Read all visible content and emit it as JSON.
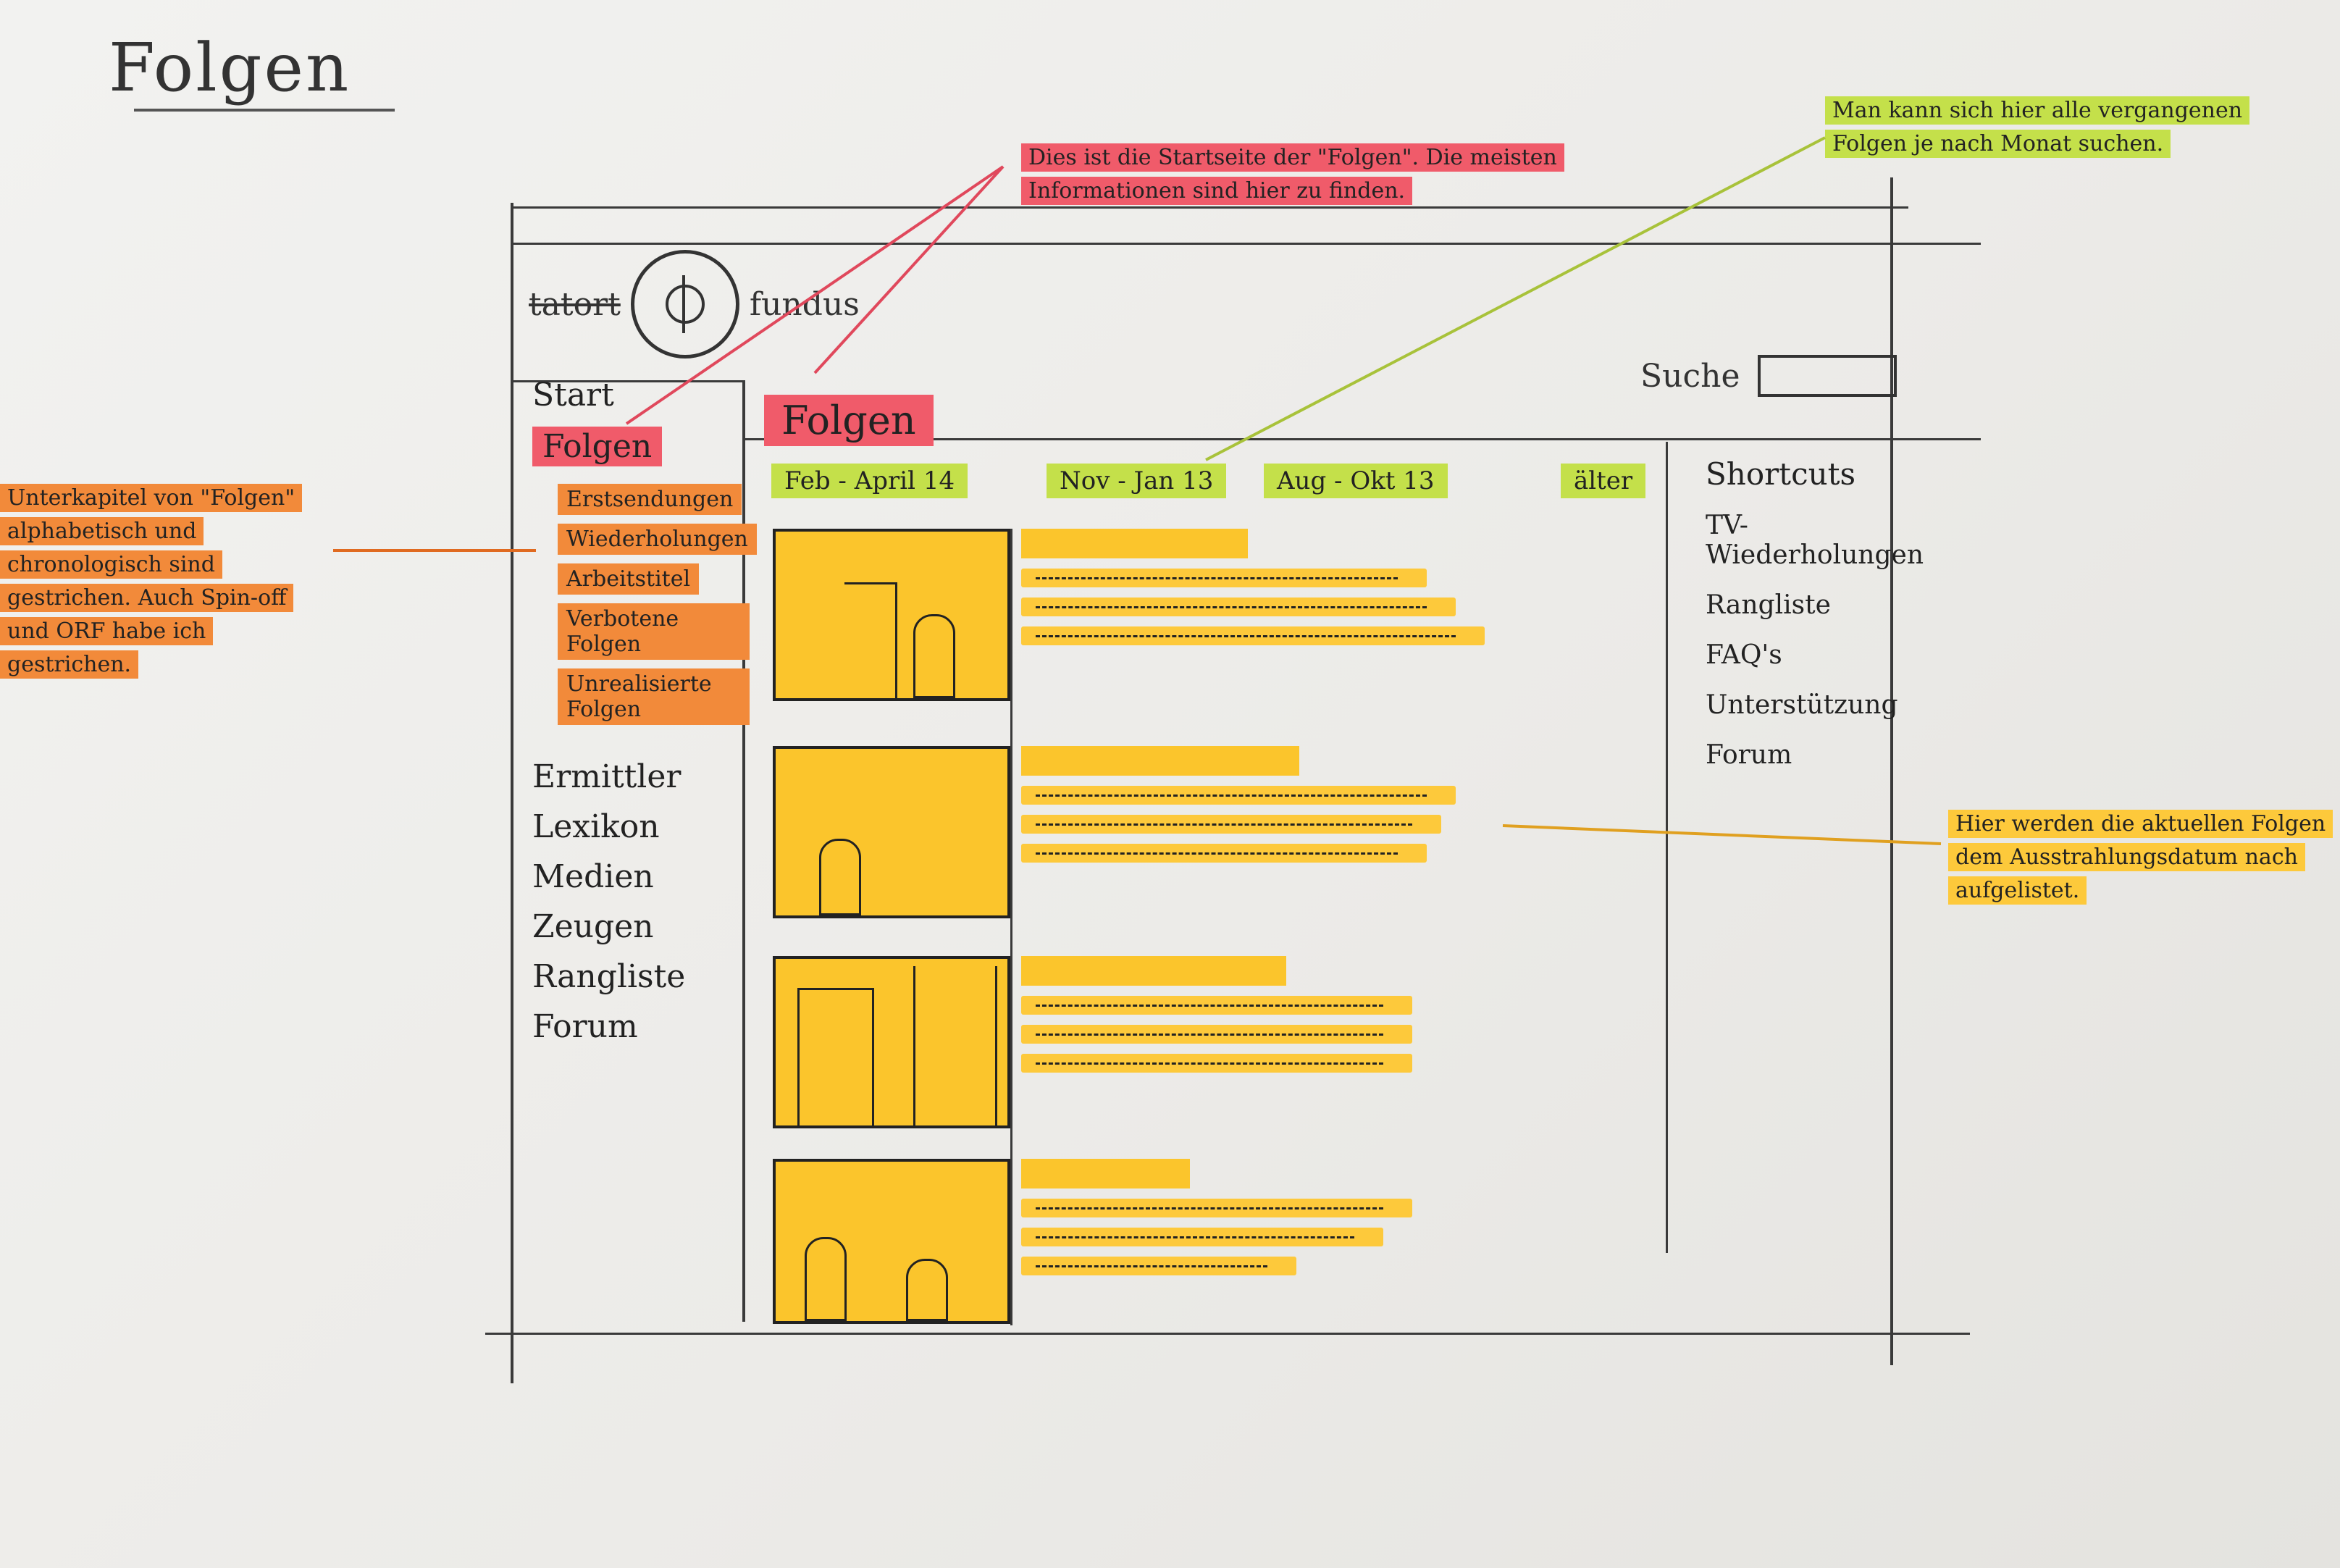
{
  "page_title": "Folgen",
  "header": {
    "logo_left": "tatort",
    "logo_right": "fundus",
    "search_label": "Suche",
    "search_value": ""
  },
  "left_nav": {
    "items": [
      {
        "label": "Start"
      },
      {
        "label": "Folgen",
        "active": true,
        "sub": [
          "Erstsendungen",
          "Wiederholungen",
          "Arbeitstitel",
          "Verbotene Folgen",
          "Unrealisierte Folgen"
        ]
      },
      {
        "label": "Ermittler"
      },
      {
        "label": "Lexikon"
      },
      {
        "label": "Medien"
      },
      {
        "label": "Zeugen"
      },
      {
        "label": "Rangliste"
      },
      {
        "label": "Forum"
      }
    ]
  },
  "content": {
    "heading": "Folgen",
    "month_tabs": [
      "Feb - April 14",
      "Nov - Jan 13",
      "Aug - Okt 13",
      "älter"
    ],
    "episode_count": 4
  },
  "shortcuts": {
    "title": "Shortcuts",
    "items": [
      "TV-Wiederholungen",
      "Rangliste",
      "FAQ's",
      "Unterstützung",
      "Forum"
    ]
  },
  "annotations": {
    "red": "Dies ist die Startseite der \"Folgen\". Die meisten Informationen sind hier zu finden.",
    "green": "Man kann sich hier alle vergangenen Folgen je nach Monat suchen.",
    "orange": "Unterkapitel von \"Folgen\" alphabetisch und chronologisch sind gestrichen. Auch Spin-off und ORF habe ich gestrichen.",
    "yellow": "Hier werden die aktuellen Folgen dem Ausstrahlungsdatum nach aufgelistet."
  },
  "colors": {
    "red_marker": "#f05b6a",
    "green_marker": "#c4e04a",
    "orange_marker": "#f28a3a",
    "yellow_marker": "#fdc93b"
  }
}
